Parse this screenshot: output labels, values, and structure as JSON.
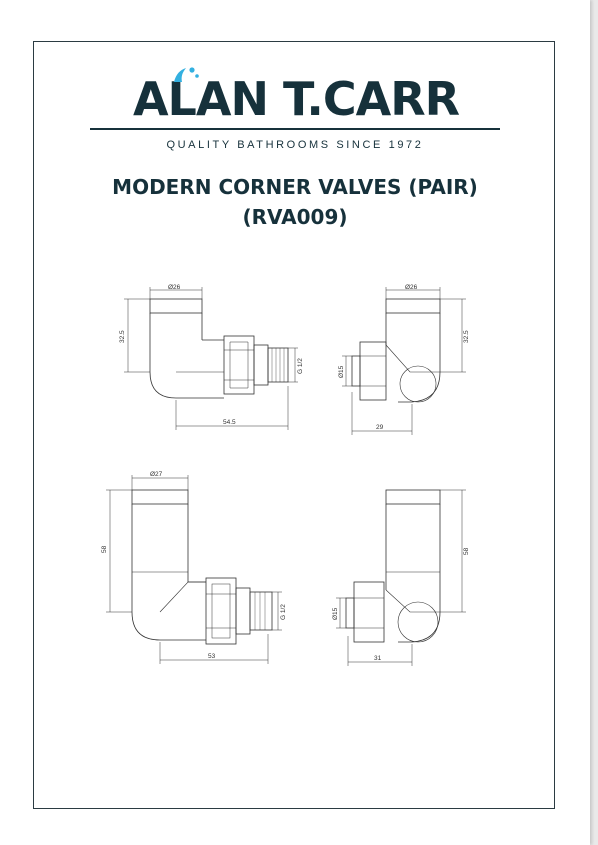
{
  "brand": {
    "logo_text": "ALAN T.CARR",
    "tagline": "QUALITY BATHROOMS SINCE 1972"
  },
  "title": {
    "line1": "MODERN CORNER VALVES (PAIR)",
    "line2": "(RVA009)"
  },
  "drawings": {
    "top_left": {
      "diameter": "Ø26",
      "height": "32.5",
      "thread": "G 1/2",
      "length": "54.5"
    },
    "top_right": {
      "diameter": "Ø26",
      "height": "32.5",
      "pipe": "Ø15",
      "length": "29"
    },
    "bottom_left": {
      "diameter": "Ø27",
      "height": "58",
      "thread": "G 1/2",
      "length": "53"
    },
    "bottom_right": {
      "height": "58",
      "pipe": "Ø15",
      "length": "31"
    }
  },
  "colors": {
    "brand": "#16313b",
    "accent": "#33b0e0",
    "line": "#333333"
  }
}
